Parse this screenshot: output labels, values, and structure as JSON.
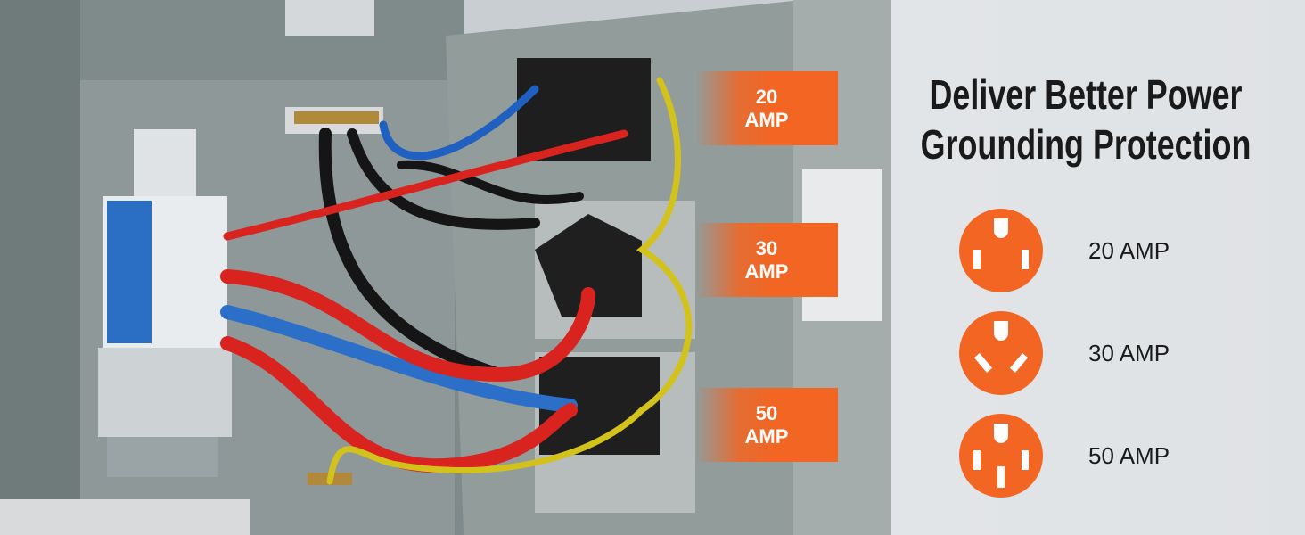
{
  "headline": {
    "line1": "Deliver Better Power",
    "line2": "Grounding Protection"
  },
  "photo_labels": [
    {
      "value": "20",
      "unit": "AMP"
    },
    {
      "value": "30",
      "unit": "AMP"
    },
    {
      "value": "50",
      "unit": "AMP"
    }
  ],
  "outlet_legend": [
    {
      "icon": "nema-5-20-outlet-icon",
      "label": "20 AMP"
    },
    {
      "icon": "nema-tt-30-outlet-icon",
      "label": "30 AMP"
    },
    {
      "icon": "nema-14-50-outlet-icon",
      "label": "50 AMP"
    }
  ],
  "colors": {
    "accent": "#f26522",
    "text": "#1a1a1a",
    "enclosure": "#8f9a9a"
  }
}
